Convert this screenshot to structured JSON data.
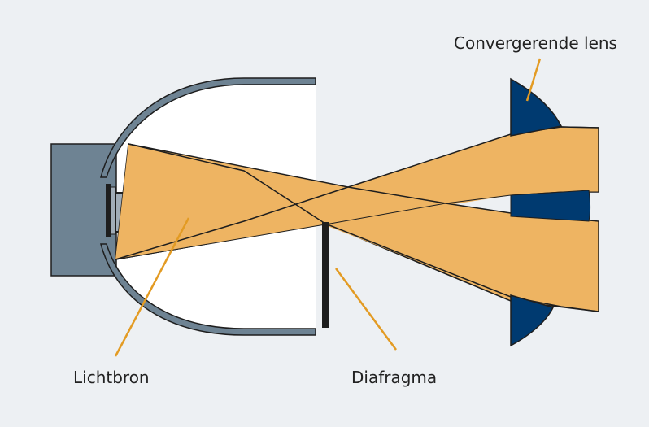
{
  "labels": {
    "lens": "Convergerende lens",
    "light_source": "Lichtbron",
    "diaphragm": "Diafragma"
  },
  "colors": {
    "background": "#edf0f3",
    "housing": "#6e8393",
    "reflector": "#6e8393",
    "bulb_metal": "#a1adb8",
    "filament": "#e3262b",
    "beam": "#eeb462",
    "lens": "#003a70",
    "outline": "#1e1e1e",
    "leader": "#e39b23",
    "interior": "#ffffff"
  }
}
